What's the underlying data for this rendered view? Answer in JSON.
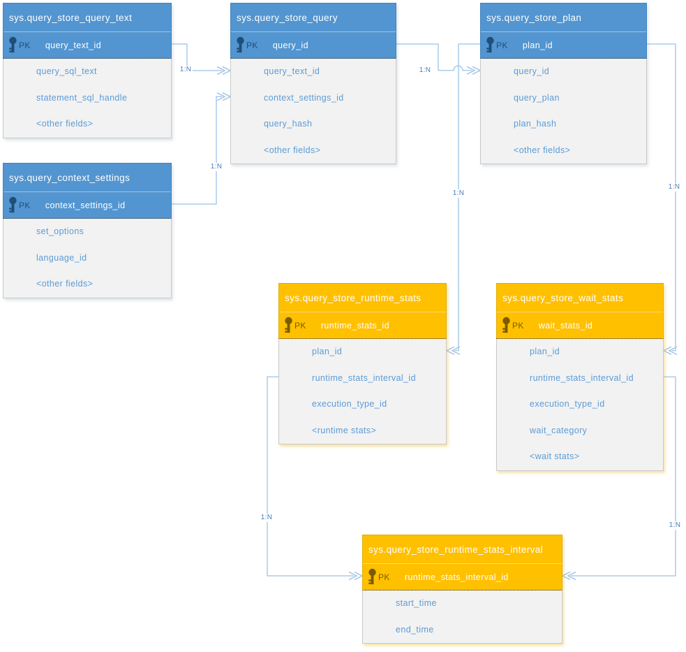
{
  "colors": {
    "blue_header": "#5295d0",
    "orange_header": "#ffc000",
    "field_text": "#5b9bd5",
    "connector_line": "#9cc2e5",
    "relationship_label_text": "#4a7dbb",
    "field_background": "#f2f2f2"
  },
  "tables": [
    {
      "title": "sys.query_store_query_text",
      "theme": "blue",
      "pk_label": "PK",
      "pk_field": "query_text_id",
      "fields": [
        "query_sql_text",
        "statement_sql_handle",
        "<other fields>"
      ]
    },
    {
      "title": "sys.query_store_query",
      "theme": "blue",
      "pk_label": "PK",
      "pk_field": "query_id",
      "fields": [
        "query_text_id",
        "context_settings_id",
        "query_hash",
        "<other fields>"
      ]
    },
    {
      "title": "sys.query_store_plan",
      "theme": "blue",
      "pk_label": "PK",
      "pk_field": "plan_id",
      "fields": [
        "query_id",
        "query_plan",
        "plan_hash",
        "<other fields>"
      ]
    },
    {
      "title": "sys.query_context_settings",
      "theme": "blue",
      "pk_label": "PK",
      "pk_field": "context_settings_id",
      "fields": [
        "set_options",
        "language_id",
        "<other fields>"
      ]
    },
    {
      "title": "sys.query_store_runtime_stats",
      "theme": "orange",
      "pk_label": "PK",
      "pk_field": "runtime_stats_id",
      "fields": [
        "plan_id",
        "runtime_stats_interval_id",
        "execution_type_id",
        "<runtime stats>"
      ]
    },
    {
      "title": "sys.query_store_wait_stats",
      "theme": "orange",
      "pk_label": "PK",
      "pk_field": "wait_stats_id",
      "fields": [
        "plan_id",
        "runtime_stats_interval_id",
        "execution_type_id",
        "wait_category",
        "<wait stats>"
      ]
    },
    {
      "title": "sys.query_store_runtime_stats_interval",
      "theme": "orange",
      "pk_label": "PK",
      "pk_field": "runtime_stats_interval_id",
      "fields": [
        "start_time",
        "end_time"
      ]
    }
  ],
  "relationships": [
    {
      "label": "1:N",
      "from": "sys.query_store_query_text.query_text_id",
      "to": "sys.query_store_query.query_text_id"
    },
    {
      "label": "1:N",
      "from": "sys.query_context_settings.context_settings_id",
      "to": "sys.query_store_query.context_settings_id"
    },
    {
      "label": "1:N",
      "from": "sys.query_store_query.query_id",
      "to": "sys.query_store_plan.query_id"
    },
    {
      "label": "1:N",
      "from": "sys.query_store_plan.plan_id",
      "to": "sys.query_store_runtime_stats.plan_id"
    },
    {
      "label": "1:N",
      "from": "sys.query_store_plan.plan_id",
      "to": "sys.query_store_wait_stats.plan_id"
    },
    {
      "label": "1:N",
      "from": "sys.query_store_runtime_stats.runtime_stats_interval_id",
      "to": "sys.query_store_runtime_stats_interval.runtime_stats_interval_id"
    },
    {
      "label": "1:N",
      "from": "sys.query_store_wait_stats.runtime_stats_interval_id",
      "to": "sys.query_store_runtime_stats_interval.runtime_stats_interval_id"
    }
  ]
}
